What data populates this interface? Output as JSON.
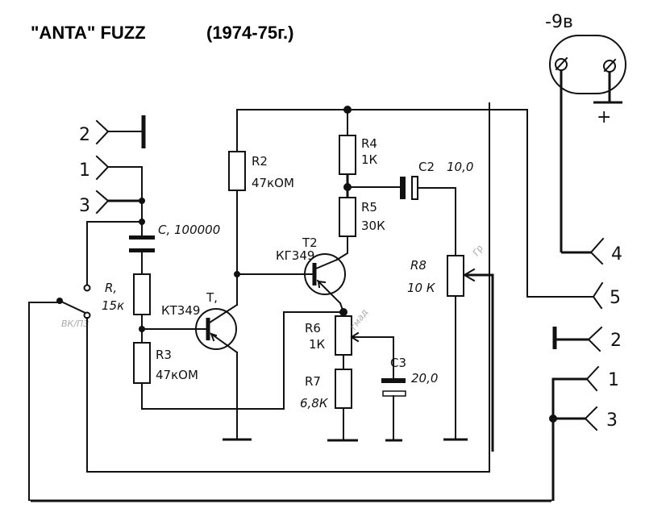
{
  "title": {
    "name": "\"ANTA\" FUZZ",
    "years": "(1974-75г.)"
  },
  "battery": {
    "voltage_label": "-9в",
    "plus_label": "+"
  },
  "components": {
    "C1": {
      "name": "C,",
      "value": "100000"
    },
    "R1": {
      "name": "R,",
      "value": "15к"
    },
    "R2": {
      "name": "R2",
      "value": "47кОМ"
    },
    "R3": {
      "name": "R3",
      "value": "47кОМ"
    },
    "R4": {
      "name": "R4",
      "value": "1К"
    },
    "R5": {
      "name": "R5",
      "value": "30К"
    },
    "R6": {
      "name": "R6",
      "value": "1К",
      "note": "гмад"
    },
    "R7": {
      "name": "R7",
      "value": "6,8К"
    },
    "R8": {
      "name": "R8",
      "value": "10 К",
      "note": "Гр"
    },
    "C2": {
      "name": "C2",
      "value": "10,0"
    },
    "C3": {
      "name": "C3",
      "value": "20,0"
    },
    "T1": {
      "name": "T,",
      "type": "КТ349"
    },
    "T2": {
      "name": "T2",
      "type": "КГ349"
    }
  },
  "switch": {
    "note": "ВК/ПЗ"
  },
  "left_connector": {
    "pins": [
      "2",
      "1",
      "3"
    ]
  },
  "right_connector": {
    "pins": [
      "4",
      "5",
      "2",
      "1",
      "3"
    ]
  }
}
